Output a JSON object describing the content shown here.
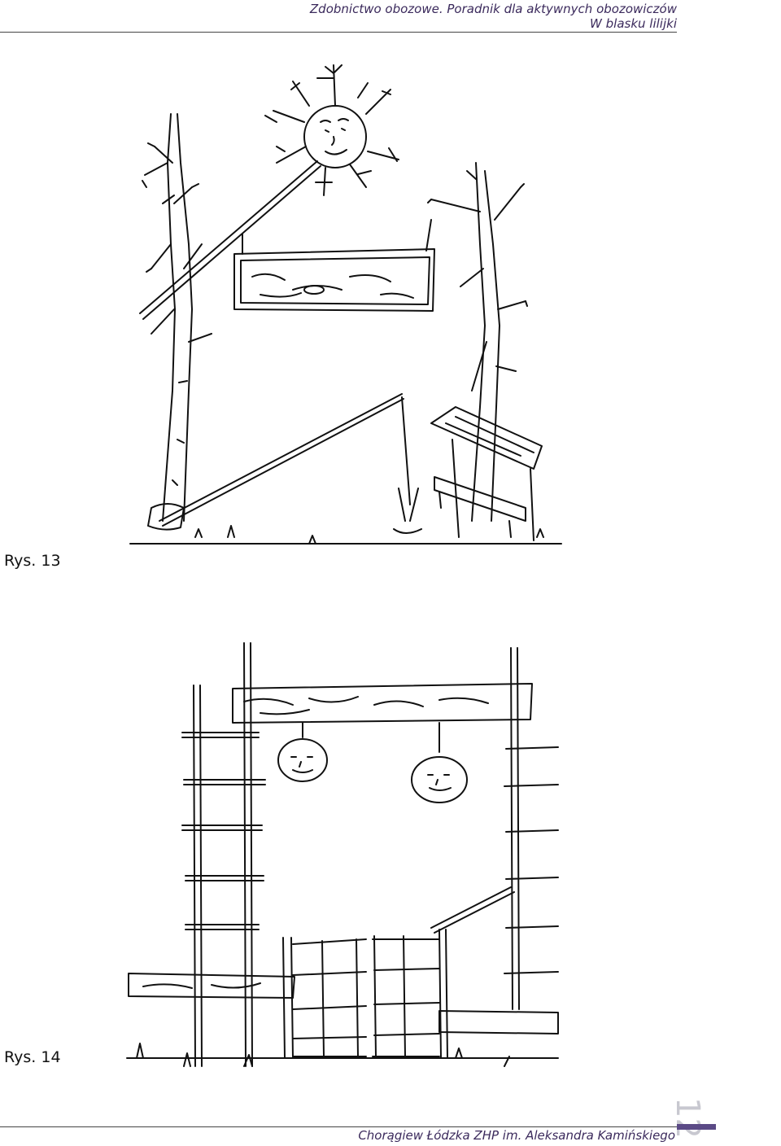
{
  "header": {
    "title_line1": "Zdobnictwo obozowe. Poradnik dla aktywnych obozowiczów",
    "title_line2": "W blasku lilijki"
  },
  "figures": [
    {
      "caption": "Rys. 13"
    },
    {
      "caption": "Rys. 14"
    }
  ],
  "footer": {
    "text": "Chorągiew Łódzka ZHP im. Aleksandra Kamińskiego",
    "page_number": "12"
  }
}
